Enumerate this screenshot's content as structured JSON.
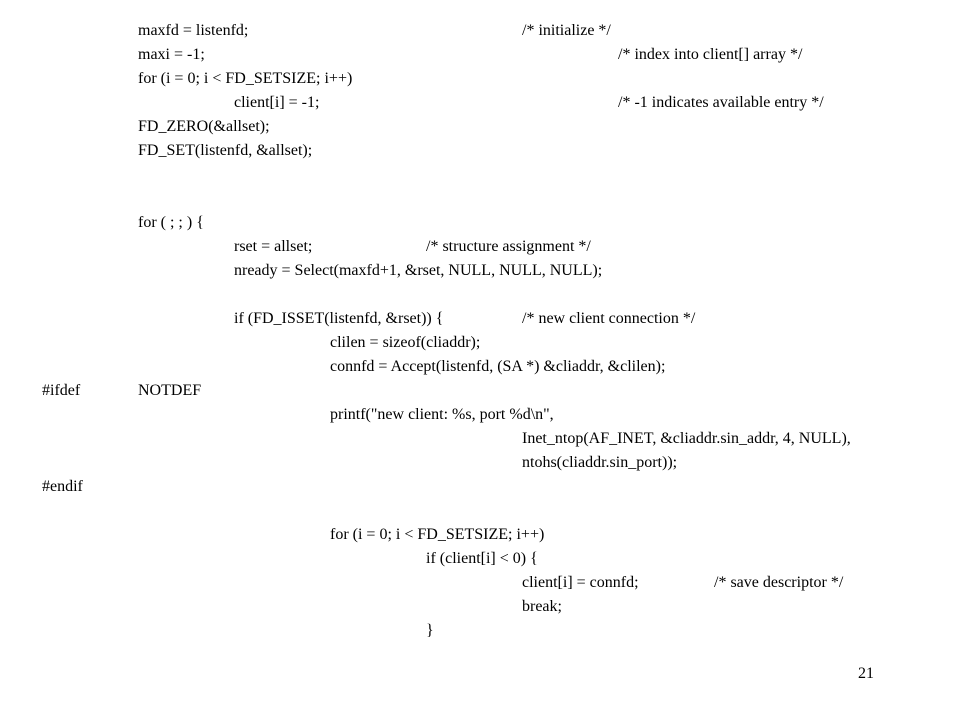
{
  "slide": {
    "page_number": "21",
    "code": [
      {
        "cols": [
          {
            "tab": 1,
            "text": "maxfd = listenfd;"
          },
          {
            "tab": 5,
            "text": "/* initialize */"
          }
        ]
      },
      {
        "cols": [
          {
            "tab": 1,
            "text": "maxi = -1;"
          },
          {
            "tab": 6,
            "text": "/* index into client[] array */"
          }
        ]
      },
      {
        "cols": [
          {
            "tab": 1,
            "text": "for (i = 0; i < FD_SETSIZE; i++)"
          }
        ]
      },
      {
        "cols": [
          {
            "tab": 2,
            "text": "client[i] = -1;"
          },
          {
            "tab": 6,
            "text": "/* -1 indicates available entry */"
          }
        ]
      },
      {
        "cols": [
          {
            "tab": 1,
            "text": "FD_ZERO(&allset);"
          }
        ]
      },
      {
        "cols": [
          {
            "tab": 1,
            "text": "FD_SET(listenfd, &allset);"
          }
        ]
      },
      {
        "cols": []
      },
      {
        "cols": []
      },
      {
        "cols": [
          {
            "tab": 1,
            "text": "for ( ; ; ) {"
          }
        ]
      },
      {
        "cols": [
          {
            "tab": 2,
            "text": "rset = allset;"
          },
          {
            "tab": 4,
            "text": "/* structure assignment */"
          }
        ]
      },
      {
        "cols": [
          {
            "tab": 2,
            "text": "nready = Select(maxfd+1, &rset, NULL, NULL, NULL);"
          }
        ]
      },
      {
        "cols": []
      },
      {
        "cols": [
          {
            "tab": 2,
            "text": "if (FD_ISSET(listenfd, &rset)) {"
          },
          {
            "tab": 5,
            "text": "/* new client connection */"
          }
        ]
      },
      {
        "cols": [
          {
            "tab": 3,
            "text": "clilen = sizeof(cliaddr);"
          }
        ]
      },
      {
        "cols": [
          {
            "tab": 3,
            "text": "connfd = Accept(listenfd, (SA *) &cliaddr, &clilen);"
          }
        ]
      },
      {
        "cols": [
          {
            "tab": 0,
            "text": "#ifdef"
          },
          {
            "tab": 1,
            "text": "NOTDEF"
          }
        ]
      },
      {
        "cols": [
          {
            "tab": 3,
            "text": "printf(\"new client: %s, port %d\\n\","
          }
        ]
      },
      {
        "cols": [
          {
            "tab": 5,
            "text": "Inet_ntop(AF_INET, &cliaddr.sin_addr, 4, NULL),"
          }
        ]
      },
      {
        "cols": [
          {
            "tab": 5,
            "text": "ntohs(cliaddr.sin_port));"
          }
        ]
      },
      {
        "cols": [
          {
            "tab": 0,
            "text": "#endif"
          }
        ]
      },
      {
        "cols": []
      },
      {
        "cols": [
          {
            "tab": 3,
            "text": "for (i = 0; i < FD_SETSIZE; i++)"
          }
        ]
      },
      {
        "cols": [
          {
            "tab": 4,
            "text": "if (client[i] < 0) {"
          }
        ]
      },
      {
        "cols": [
          {
            "tab": 5,
            "text": "client[i] = connfd;"
          },
          {
            "tab": 7,
            "text": "/* save descriptor */"
          }
        ]
      },
      {
        "cols": [
          {
            "tab": 5,
            "text": "break;"
          }
        ]
      },
      {
        "cols": [
          {
            "tab": 4,
            "text": "}"
          }
        ]
      }
    ]
  }
}
